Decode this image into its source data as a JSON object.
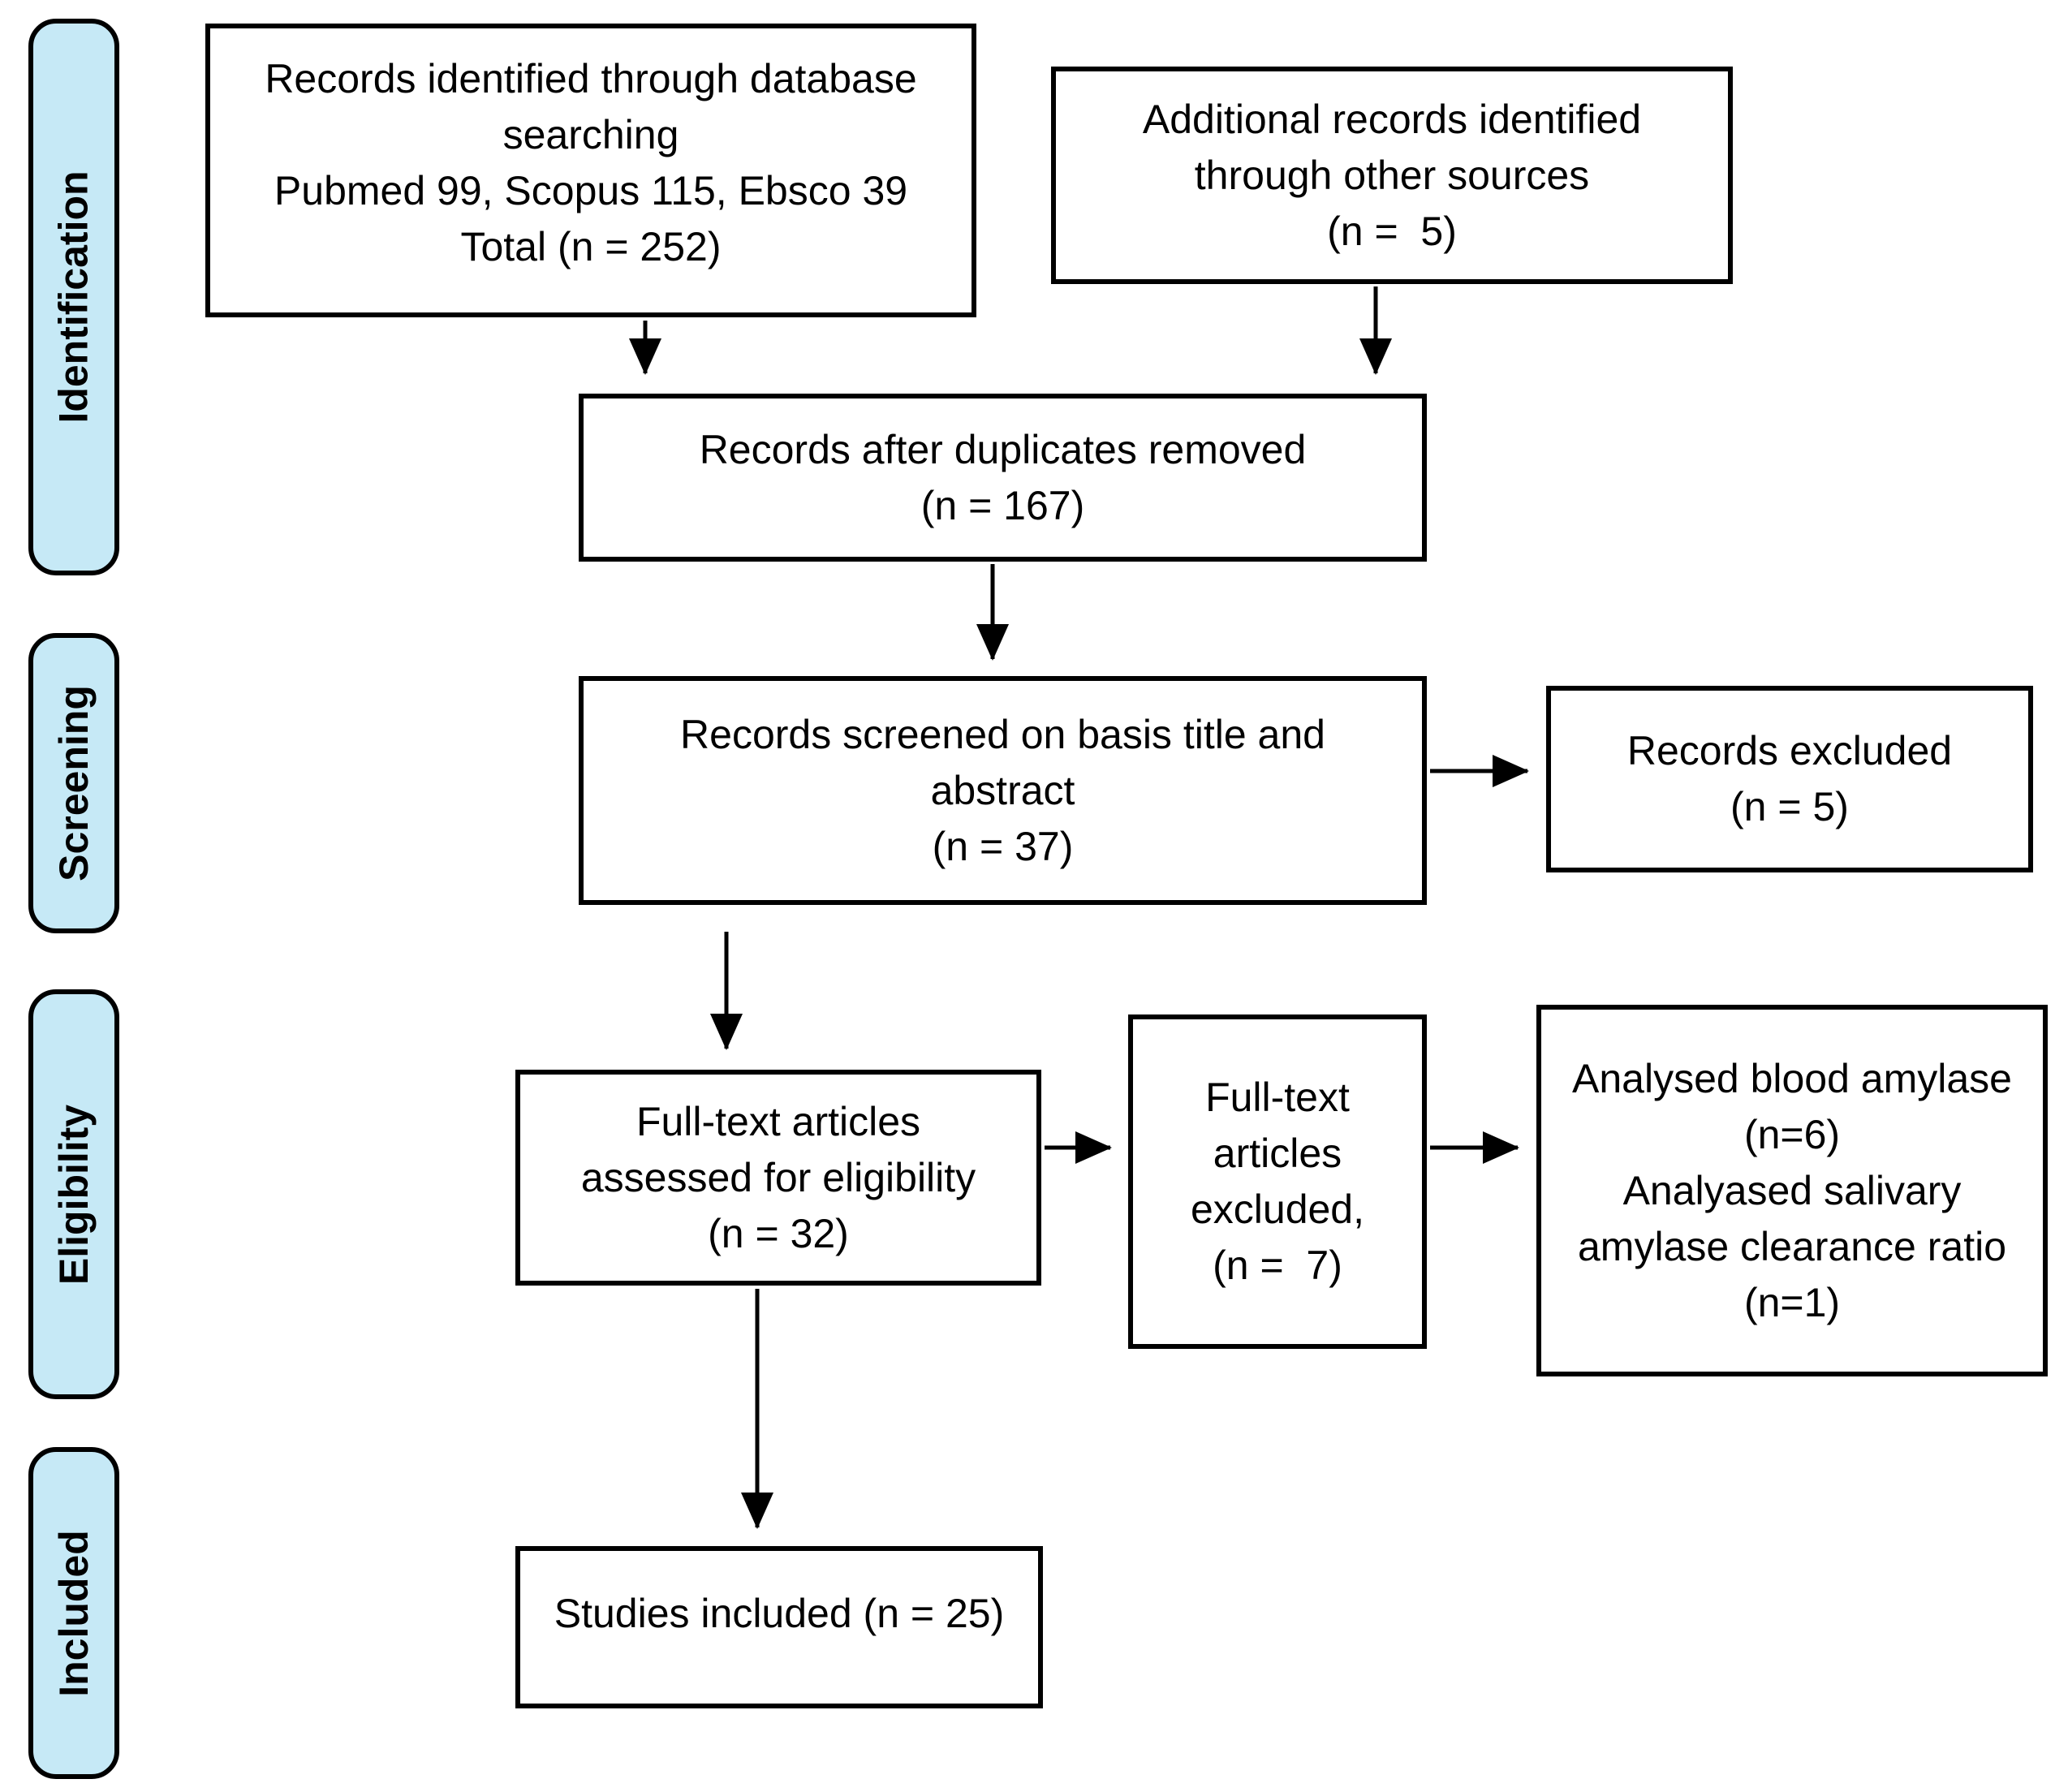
{
  "colors": {
    "stage_fill": "#c6e9f6",
    "box_border": "#000000",
    "text": "#000000",
    "background": "#ffffff"
  },
  "stages": [
    {
      "label": "Identification"
    },
    {
      "label": "Screening"
    },
    {
      "label": "Eligibility"
    },
    {
      "label": "Included"
    }
  ],
  "boxes": {
    "records_identified": {
      "text": "Records identified through database\nsearching\nPubmed 99, Scopus 115, Ebsco 39\nTotal (n = 252)"
    },
    "additional_records": {
      "text": "Additional records identified\nthrough other sources\n(n =  5)"
    },
    "duplicates_removed": {
      "text": "Records after duplicates removed\n(n = 167)"
    },
    "records_screened": {
      "text": "Records screened on basis title and\nabstract\n(n = 37)"
    },
    "records_excluded": {
      "text": "Records excluded\n(n = 5)"
    },
    "fulltext_assessed": {
      "text": "Full-text articles\nassessed for eligibility\n(n = 32)"
    },
    "fulltext_excluded": {
      "text": "Full-text\narticles\nexcluded,\n(n =  7)"
    },
    "analysed_reasons": {
      "text": "Analysed blood amylase\n(n=6)\nAnalyased salivary\namylase clearance ratio\n(n=1)"
    },
    "studies_included": {
      "text": "Studies included (n = 25)"
    }
  }
}
